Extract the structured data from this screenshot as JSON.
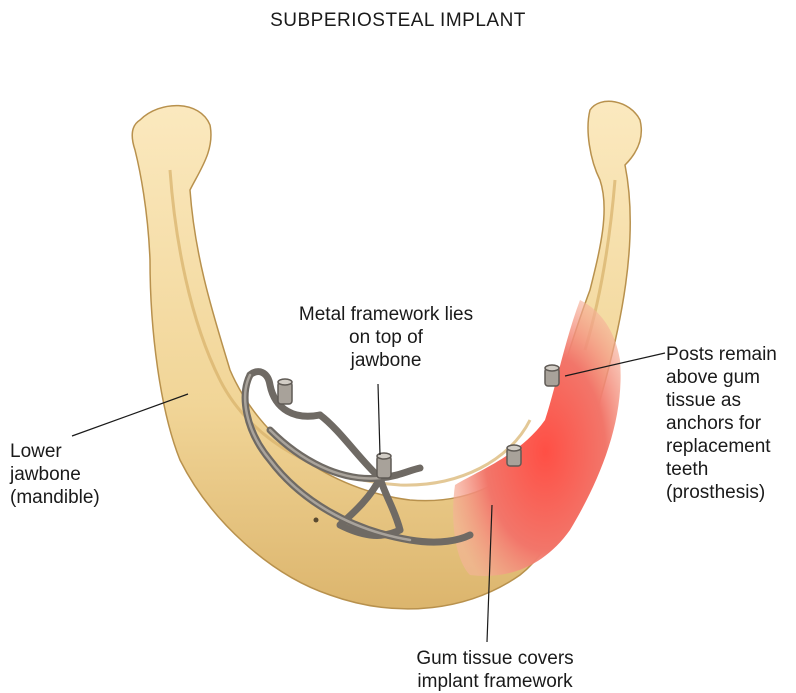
{
  "title": "SUBPERIOSTEAL IMPLANT",
  "labels": {
    "framework": [
      "Metal framework lies",
      "on top of",
      "jawbone"
    ],
    "jawbone": [
      "Lower",
      "jawbone",
      "(mandible)"
    ],
    "posts": [
      "Posts remain",
      "above gum",
      "tissue as",
      "anchors for",
      "replacement",
      "teeth",
      "(prosthesis)"
    ],
    "gum": [
      "Gum tissue covers",
      "implant framework"
    ]
  },
  "colors": {
    "bone": "#f2d69a",
    "bone_shadow": "#d9b46a",
    "gum": "#ee6d5e",
    "metal": "#8d8780"
  }
}
